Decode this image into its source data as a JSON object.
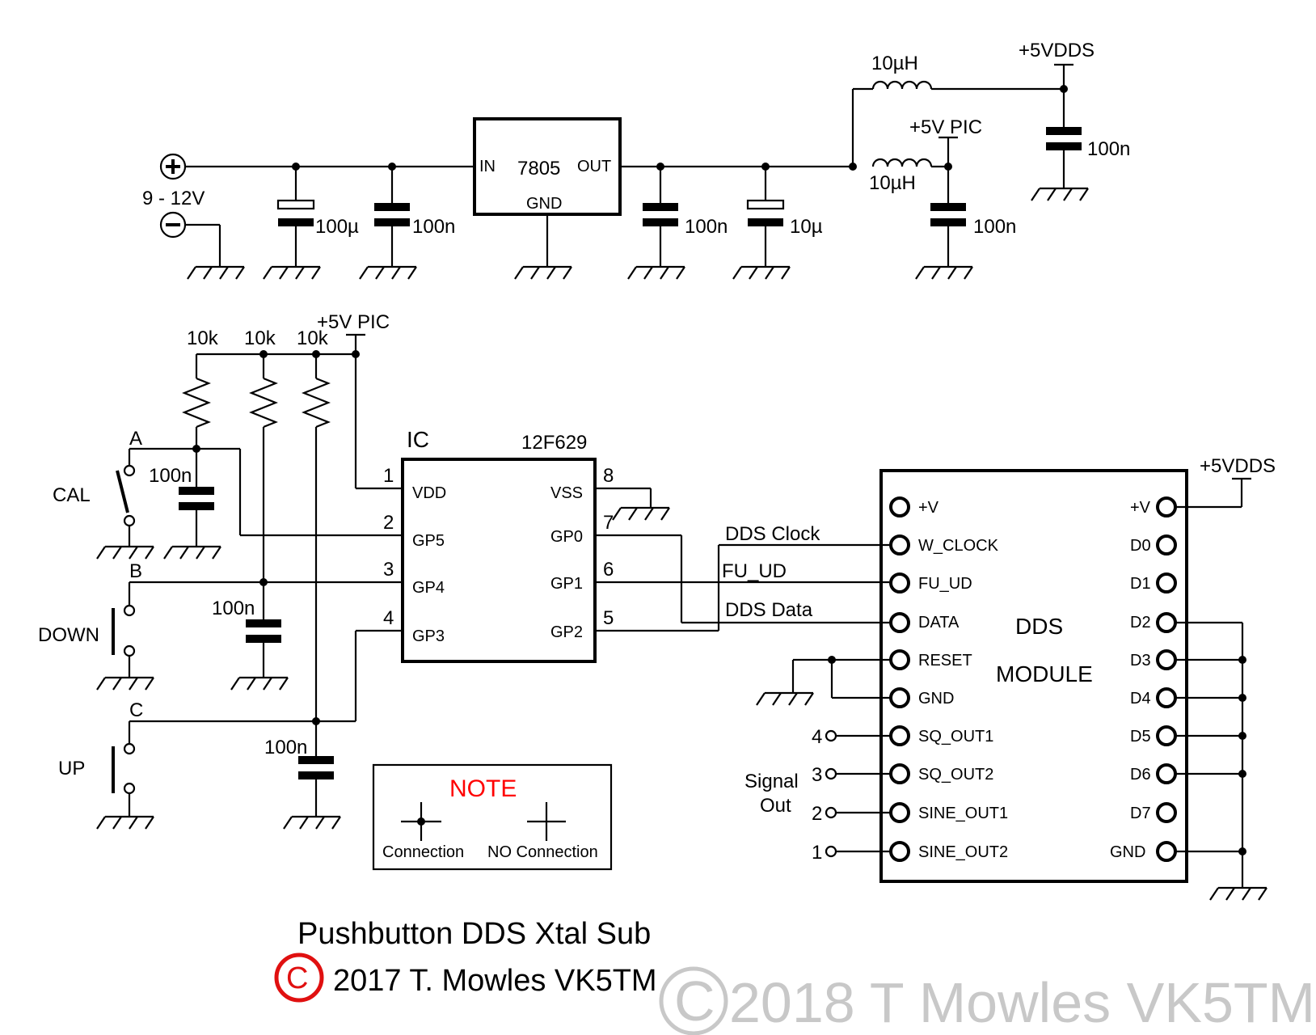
{
  "power": {
    "input_voltage": "9 - 12V",
    "regulator": {
      "part": "7805",
      "in": "IN",
      "out": "OUT",
      "gnd": "GND"
    },
    "cap_100u": "100µ",
    "cap_100n_in": "100n",
    "cap_100n_out": "100n",
    "cap_10u": "10µ",
    "inductor_dds": "10µH",
    "inductor_pic": "10µH",
    "rail_dds": "+5VDDS",
    "rail_pic": "+5V PIC",
    "cap_100n_pic": "100n",
    "cap_100n_dds": "100n"
  },
  "control": {
    "rail_pic": "+5V PIC",
    "resistors": [
      "10k",
      "10k",
      "10k"
    ],
    "nodes": [
      "A",
      "B",
      "C"
    ],
    "buttons": [
      "CAL",
      "DOWN",
      "UP"
    ],
    "caps": [
      "100n",
      "100n",
      "100n"
    ]
  },
  "ic": {
    "ref": "IC",
    "part": "12F629",
    "left_pins": [
      {
        "num": "1",
        "name": "VDD"
      },
      {
        "num": "2",
        "name": "GP5"
      },
      {
        "num": "3",
        "name": "GP4"
      },
      {
        "num": "4",
        "name": "GP3"
      }
    ],
    "right_pins": [
      {
        "num": "8",
        "name": "VSS"
      },
      {
        "num": "7",
        "name": "GP0"
      },
      {
        "num": "6",
        "name": "GP1"
      },
      {
        "num": "5",
        "name": "GP2"
      }
    ]
  },
  "signals": {
    "clock": "DDS Clock",
    "fu_ud": "FU_UD",
    "data": "DDS Data"
  },
  "dds": {
    "title_line1": "DDS",
    "title_line2": "MODULE",
    "rail": "+5VDDS",
    "left_pins": [
      "+V",
      "W_CLOCK",
      "FU_UD",
      "DATA",
      "RESET",
      "GND",
      "SQ_OUT1",
      "SQ_OUT2",
      "SINE_OUT1",
      "SINE_OUT2"
    ],
    "right_pins": [
      "+V",
      "D0",
      "D1",
      "D2",
      "D3",
      "D4",
      "D5",
      "D6",
      "D7",
      "GND"
    ],
    "out_numbers": [
      "4",
      "3",
      "2",
      "1"
    ],
    "signal_out": [
      "Signal",
      "Out"
    ]
  },
  "note": {
    "title": "NOTE",
    "connection": "Connection",
    "no_connection": "NO Connection"
  },
  "title_block": {
    "title": "Pushbutton DDS Xtal Sub",
    "copyright_symbol": "C",
    "copyright": "2017 T. Mowles VK5TM"
  },
  "watermark": {
    "symbol": "C",
    "text": "2018 T Mowles VK5TM"
  },
  "colors": {
    "ink": "#000000",
    "note_red": "#ff0000",
    "copyright_red": "#e01010",
    "watermark": "#c8c8c8"
  }
}
